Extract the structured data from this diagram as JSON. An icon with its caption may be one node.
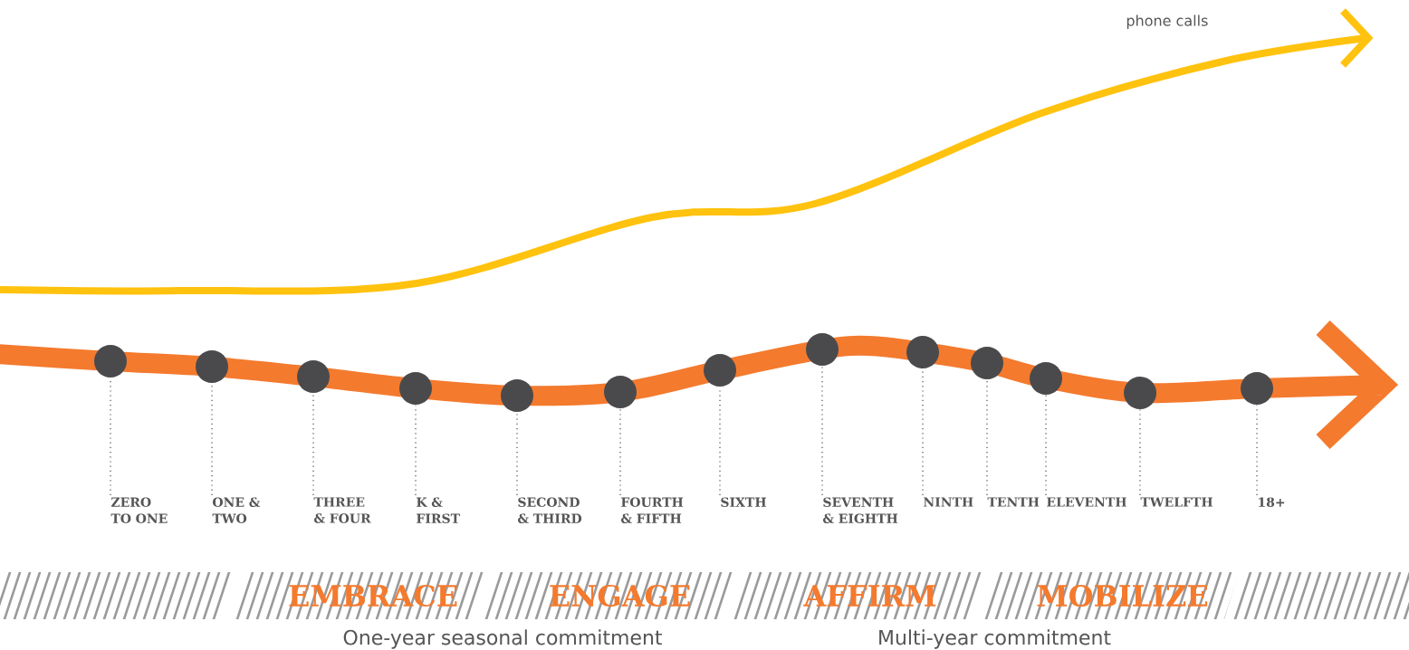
{
  "diagram": {
    "nodes": [
      {
        "text": [],
        "shape": "circle"
      },
      {
        "text": [],
        "shape": "circle"
      },
      {
        "text": [],
        "shape": "circle"
      },
      {
        "text": [],
        "shape": "circle"
      },
      {
        "text": [],
        "shape": "circle"
      },
      {
        "text": [],
        "shape": "circle"
      },
      {
        "text": [],
        "shape": "circle"
      },
      {
        "text": [],
        "shape": "circle"
      },
      {
        "text": [],
        "shape": "circle"
      },
      {
        "text": [],
        "shape": "circle"
      },
      {
        "text": [],
        "shape": "circle"
      },
      {
        "text": [],
        "shape": "circle"
      },
      {
        "text": [],
        "shape": "circle"
      },
      {
        "text": [
          "ZERO TO ONE"
        ]
      },
      {
        "text": [
          "ONE & TWO"
        ]
      },
      {
        "text": [
          "THREE & FOUR"
        ]
      },
      {
        "text": [
          "K & FIRST"
        ]
      },
      {
        "text": [
          "SECOND & THIRD"
        ]
      },
      {
        "text": [
          "FOURTH & FIFTH"
        ]
      },
      {
        "text": [
          "SIXTH"
        ]
      },
      {
        "text": [
          "SEVENTH & EIGHTH"
        ]
      },
      {
        "text": [
          "NINTH"
        ]
      },
      {
        "text": [
          "TENTH"
        ]
      },
      {
        "text": [
          "ELEVENTH"
        ]
      },
      {
        "text": [
          "TWELFTH"
        ]
      },
      {
        "text": [
          "18+"
        ]
      },
      {
        "text": [],
        "shape": "band"
      },
      {
        "text": [
          "EMBRACE"
        ]
      },
      {
        "text": [
          "ENGAGE"
        ]
      },
      {
        "text": [
          "AFFIRM"
        ]
      },
      {
        "text": [
          "MOBILIZE"
        ]
      },
      {
        "text": [],
        "shape": "band"
      }
    ],
    "edges": [
      {
        "from": 13,
        "to": 0,
        "arrow": "none",
        "style": "dashed"
      },
      {
        "from": 14,
        "to": 1,
        "arrow": "none",
        "style": "dashed"
      },
      {
        "from": 15,
        "to": 2,
        "arrow": "none",
        "style": "dashed"
      },
      {
        "from": 16,
        "to": 3,
        "arrow": "none",
        "style": "dashed"
      },
      {
        "from": 17,
        "to": 4,
        "arrow": "none",
        "style": "dashed"
      },
      {
        "from": 18,
        "to": 5,
        "arrow": "none",
        "style": "dashed"
      },
      {
        "from": 19,
        "to": 6,
        "arrow": "none",
        "style": "dashed"
      },
      {
        "from": 20,
        "to": 7,
        "arrow": "none",
        "style": "dashed"
      },
      {
        "from": 21,
        "to": 8,
        "arrow": "none",
        "style": "dashed"
      },
      {
        "from": 22,
        "to": 9,
        "arrow": "none",
        "style": "dashed"
      },
      {
        "from": 23,
        "to": 10,
        "arrow": "none",
        "style": "dashed"
      },
      {
        "from": 24,
        "to": 11,
        "arrow": "none",
        "style": "dashed"
      },
      {
        "from": 25,
        "to": 12,
        "arrow": "none",
        "style": "dashed"
      }
    ],
    "labels": [
      "phone calls",
      "One-year seasonal commitment",
      "Multi-year commitment"
    ]
  }
}
